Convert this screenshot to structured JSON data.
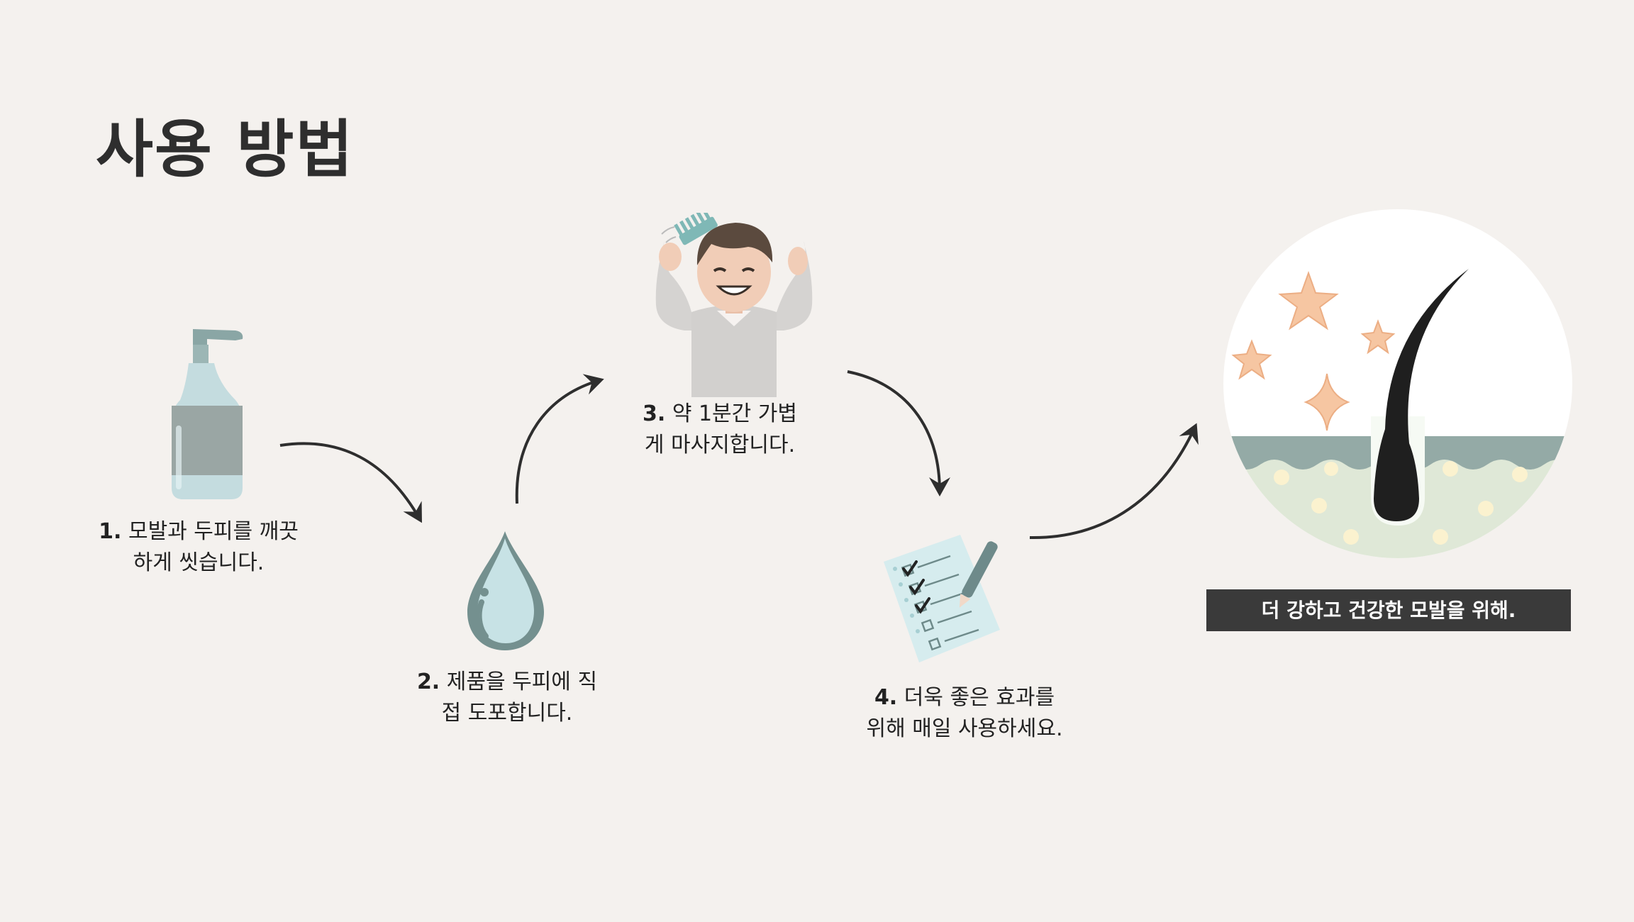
{
  "title": "사용 방법",
  "steps": [
    {
      "number": "1.",
      "line1": "모발과 두피를 깨끗",
      "line2": "하게 씻습니다."
    },
    {
      "number": "2.",
      "line1": "제품을 두피에 직",
      "line2": "접 도포합니다."
    },
    {
      "number": "3.",
      "line1": "약 1분간 가볍",
      "line2": "게 마사지합니다."
    },
    {
      "number": "4.",
      "line1": "더욱 좋은 효과를",
      "line2": "위해 매일 사용하세요."
    }
  ],
  "banner": "더 강하고 건강한 모발을 위해.",
  "icons": [
    "pump-bottle-icon",
    "water-drop-icon",
    "scalp-massage-person-icon",
    "checklist-icon",
    "healthy-hair-follicle-icon"
  ],
  "colors": {
    "background": "#f4f1ee",
    "text": "#2b2b2b",
    "banner": "#3a3a3a",
    "accent_teal": "#7a9a98",
    "accent_star": "#f6c6a2"
  }
}
